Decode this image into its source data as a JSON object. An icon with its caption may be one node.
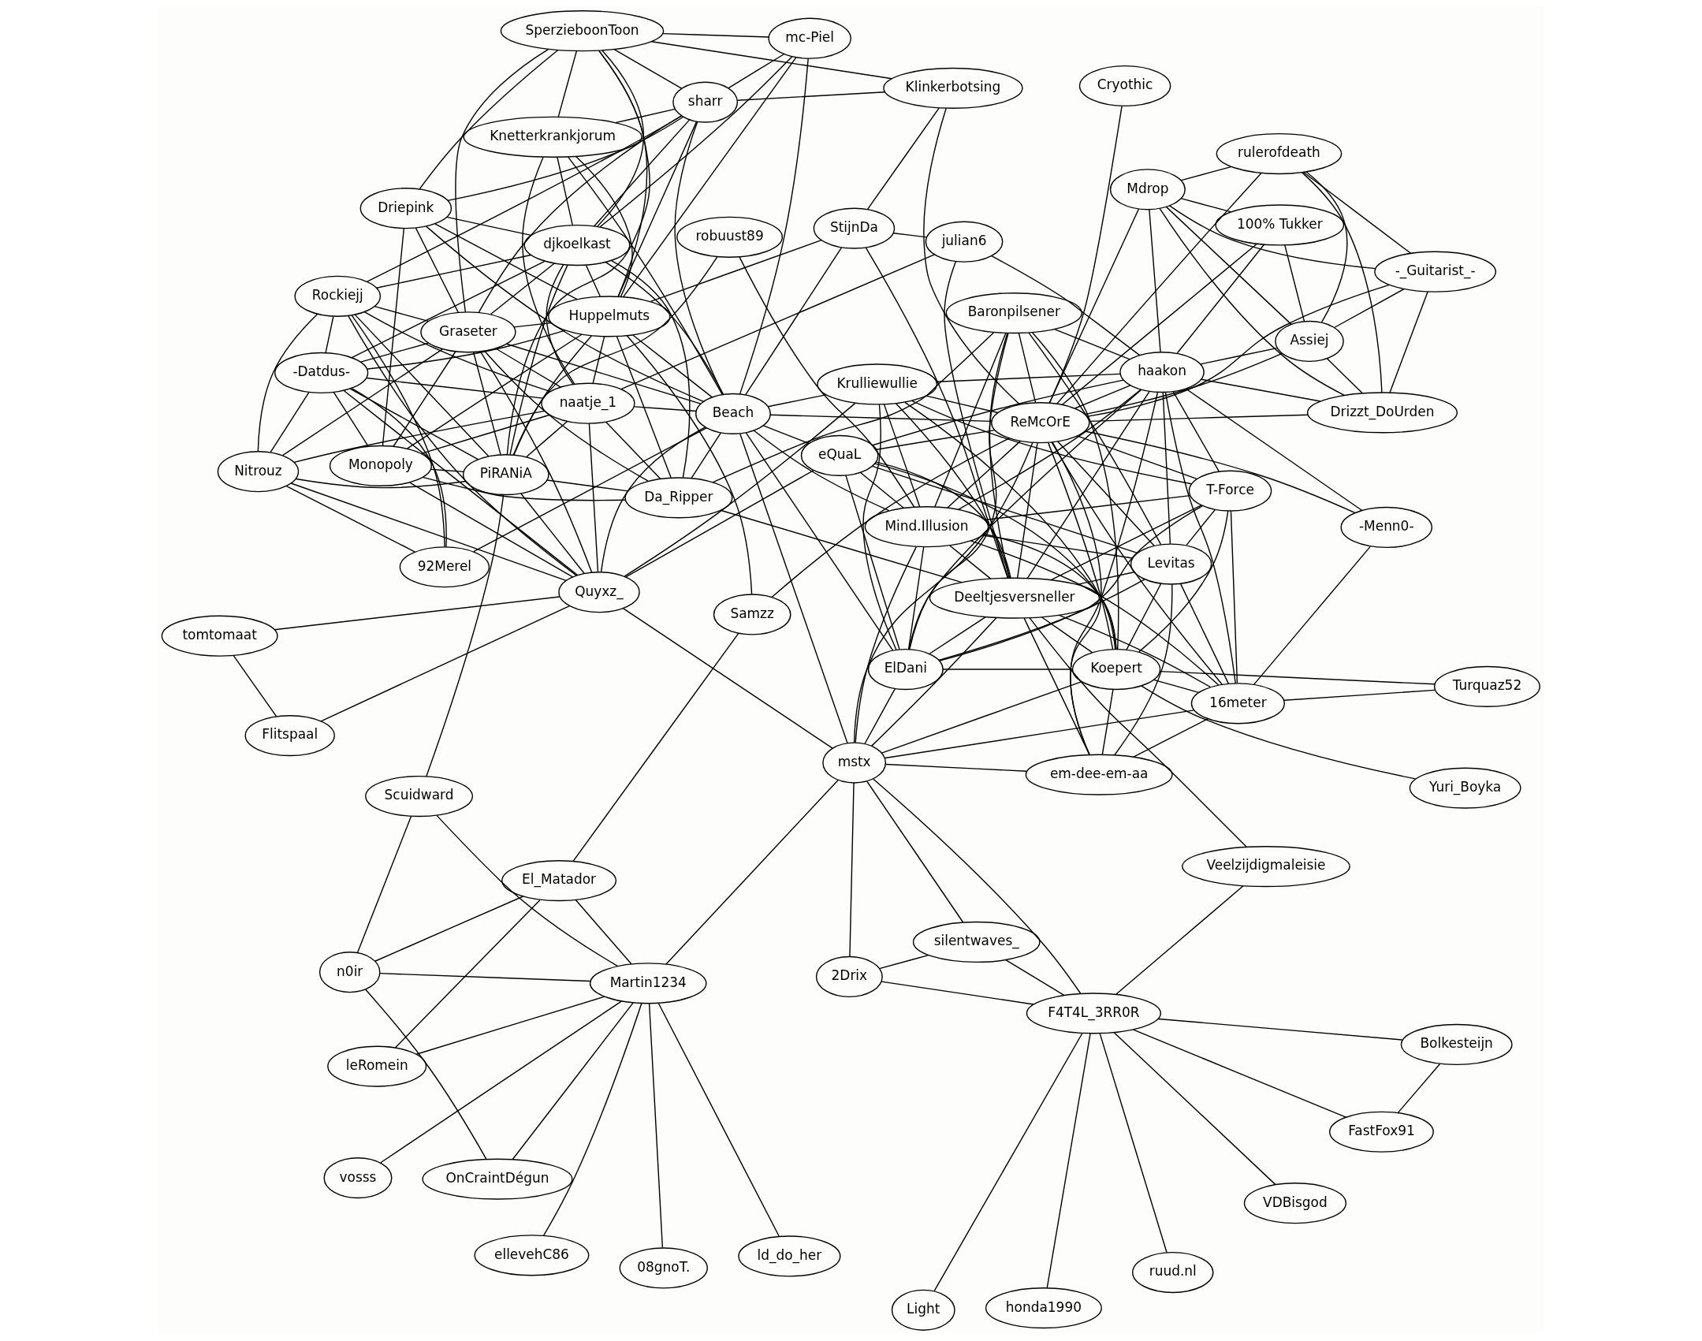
{
  "diagram": {
    "nodes": [
      {
        "text": [
          "vosss"
        ]
      },
      {
        "text": [
          "ld_do_her"
        ]
      },
      {
        "text": [
          "08gnoT."
        ]
      },
      {
        "text": [
          "Bolkesteijn"
        ]
      },
      {
        "text": [
          "FastFox91"
        ]
      },
      {
        "text": [
          "Light"
        ]
      },
      {
        "text": [
          "ellevehC86"
        ]
      },
      {
        "text": [
          "VDBisgod"
        ]
      },
      {
        "text": [
          "n0ir"
        ]
      },
      {
        "text": [
          "OnCraintDégun"
        ]
      },
      {
        "text": [
          "Flitspaal"
        ]
      },
      {
        "text": [
          "leRomein"
        ]
      },
      {
        "text": [
          "silentwaves_"
        ]
      },
      {
        "text": [
          "F4T4L_3RR0R"
        ]
      },
      {
        "text": [
          "tomtomaat"
        ]
      },
      {
        "text": [
          "ruud.nl"
        ]
      },
      {
        "text": [
          "Martin1234"
        ]
      },
      {
        "text": [
          "El_Matador"
        ]
      },
      {
        "text": [
          "Scuidward"
        ]
      },
      {
        "text": [
          "mstx"
        ]
      },
      {
        "text": [
          "2Drix"
        ]
      },
      {
        "text": [
          "Monopoly"
        ]
      },
      {
        "text": [
          "Veelzijdigmaleisie"
        ]
      },
      {
        "text": [
          "robuust89"
        ]
      },
      {
        "text": [
          "Samzz"
        ]
      },
      {
        "text": [
          "honda1990"
        ]
      },
      {
        "text": [
          "Nitrouz"
        ]
      },
      {
        "text": [
          "Koepert"
        ]
      },
      {
        "text": [
          "PiRANiA"
        ]
      },
      {
        "text": [
          "16meter"
        ]
      },
      {
        "text": [
          "Quyxz_"
        ]
      },
      {
        "text": [
          "Mind.Illusion"
        ]
      },
      {
        "text": [
          "naatje_1"
        ]
      },
      {
        "text": [
          "Beach"
        ]
      },
      {
        "text": [
          "Turquaz52"
        ]
      },
      {
        "text": [
          "em-dee-em-aa"
        ]
      },
      {
        "text": [
          "Deeltjesversneller"
        ]
      },
      {
        "text": [
          "Graseter"
        ]
      },
      {
        "text": [
          "T-Force"
        ]
      },
      {
        "text": [
          "Yuri_Boyka"
        ]
      },
      {
        "text": [
          "-Datdus-"
        ]
      },
      {
        "text": [
          "Huppelmuts"
        ]
      },
      {
        "text": [
          "ElDani"
        ]
      },
      {
        "text": [
          "Krulliewullie"
        ]
      },
      {
        "text": [
          "-Menn0-"
        ]
      },
      {
        "text": [
          "Driepink"
        ]
      },
      {
        "text": [
          "ReMcOrE"
        ]
      },
      {
        "text": [
          "djkoelkast"
        ]
      },
      {
        "text": [
          "Levitas"
        ]
      },
      {
        "text": [
          "Da_Ripper"
        ]
      },
      {
        "text": [
          "eQuaL"
        ]
      },
      {
        "text": [
          "julian6"
        ]
      },
      {
        "text": [
          "Rockiejj"
        ]
      },
      {
        "text": [
          "Cryothic"
        ]
      },
      {
        "text": [
          "100% Tukker"
        ]
      },
      {
        "text": [
          "Knetterkrankjorum"
        ]
      },
      {
        "text": [
          "haakon"
        ]
      },
      {
        "text": [
          "SperzieboonToon"
        ]
      },
      {
        "text": [
          "StijnDa"
        ]
      },
      {
        "text": [
          "Mdrop"
        ]
      },
      {
        "text": [
          "Baronpilsener"
        ]
      },
      {
        "text": [
          "rulerofdeath"
        ]
      },
      {
        "text": [
          "92Merel"
        ]
      },
      {
        "text": [
          "mc-Piel"
        ]
      },
      {
        "text": [
          "sharr"
        ]
      },
      {
        "text": [
          "Klinkerbotsing"
        ]
      },
      {
        "text": [
          "-_Guitarist_-"
        ]
      },
      {
        "text": [
          "Assiej"
        ]
      },
      {
        "text": [
          "Drizzt_DoUrden"
        ]
      }
    ],
    "edges": [
      {
        "from": 0,
        "to": 16,
        "arrow": "none"
      },
      {
        "from": 1,
        "to": 16,
        "arrow": "none"
      },
      {
        "from": 2,
        "to": 16,
        "arrow": "none"
      },
      {
        "from": 6,
        "to": 16,
        "arrow": "none"
      },
      {
        "from": 3,
        "to": 4,
        "arrow": "none"
      },
      {
        "from": 3,
        "to": 13,
        "arrow": "none"
      },
      {
        "from": 4,
        "to": 13,
        "arrow": "none"
      },
      {
        "from": 5,
        "to": 13,
        "arrow": "none"
      },
      {
        "from": 7,
        "to": 13,
        "arrow": "none"
      },
      {
        "from": 8,
        "to": 9,
        "arrow": "none"
      },
      {
        "from": 8,
        "to": 16,
        "arrow": "none"
      },
      {
        "from": 8,
        "to": 17,
        "arrow": "none"
      },
      {
        "from": 8,
        "to": 18,
        "arrow": "none"
      },
      {
        "from": 9,
        "to": 16,
        "arrow": "none"
      },
      {
        "from": 11,
        "to": 16,
        "arrow": "none"
      },
      {
        "from": 11,
        "to": 17,
        "arrow": "none"
      },
      {
        "from": 10,
        "to": 14,
        "arrow": "none"
      },
      {
        "from": 10,
        "to": 30,
        "arrow": "none"
      },
      {
        "from": 14,
        "to": 30,
        "arrow": "none"
      },
      {
        "from": 12,
        "to": 13,
        "arrow": "none"
      },
      {
        "from": 12,
        "to": 19,
        "arrow": "none"
      },
      {
        "from": 12,
        "to": 20,
        "arrow": "none"
      },
      {
        "from": 13,
        "to": 15,
        "arrow": "none"
      },
      {
        "from": 13,
        "to": 19,
        "arrow": "none"
      },
      {
        "from": 13,
        "to": 20,
        "arrow": "none"
      },
      {
        "from": 13,
        "to": 22,
        "arrow": "none"
      },
      {
        "from": 13,
        "to": 25,
        "arrow": "none"
      },
      {
        "from": 16,
        "to": 17,
        "arrow": "none"
      },
      {
        "from": 16,
        "to": 18,
        "arrow": "none"
      },
      {
        "from": 16,
        "to": 19,
        "arrow": "none"
      },
      {
        "from": 17,
        "to": 24,
        "arrow": "none"
      },
      {
        "from": 19,
        "to": 20,
        "arrow": "none"
      },
      {
        "from": 18,
        "to": 28,
        "arrow": "none"
      },
      {
        "from": 22,
        "to": 36,
        "arrow": "none"
      },
      {
        "from": 19,
        "to": 30,
        "arrow": "none"
      },
      {
        "from": 19,
        "to": 33,
        "arrow": "none"
      },
      {
        "from": 19,
        "to": 35,
        "arrow": "none"
      },
      {
        "from": 19,
        "to": 31,
        "arrow": "none"
      },
      {
        "from": 19,
        "to": 27,
        "arrow": "none"
      },
      {
        "from": 19,
        "to": 29,
        "arrow": "none"
      },
      {
        "from": 19,
        "to": 46,
        "arrow": "none"
      },
      {
        "from": 19,
        "to": 36,
        "arrow": "none"
      },
      {
        "from": 19,
        "to": 42,
        "arrow": "none"
      },
      {
        "from": 21,
        "to": 40,
        "arrow": "none"
      },
      {
        "from": 21,
        "to": 32,
        "arrow": "none"
      },
      {
        "from": 21,
        "to": 45,
        "arrow": "none"
      },
      {
        "from": 21,
        "to": 37,
        "arrow": "none"
      },
      {
        "from": 21,
        "to": 41,
        "arrow": "none"
      },
      {
        "from": 21,
        "to": 28,
        "arrow": "none"
      },
      {
        "from": 21,
        "to": 30,
        "arrow": "none"
      },
      {
        "from": 21,
        "to": 49,
        "arrow": "none"
      },
      {
        "from": 23,
        "to": 28,
        "arrow": "none"
      },
      {
        "from": 23,
        "to": 31,
        "arrow": "none"
      },
      {
        "from": 24,
        "to": 41,
        "arrow": "none"
      },
      {
        "from": 24,
        "to": 46,
        "arrow": "none"
      },
      {
        "from": 26,
        "to": 28,
        "arrow": "none"
      },
      {
        "from": 26,
        "to": 30,
        "arrow": "none"
      },
      {
        "from": 26,
        "to": 32,
        "arrow": "none"
      },
      {
        "from": 26,
        "to": 37,
        "arrow": "none"
      },
      {
        "from": 26,
        "to": 40,
        "arrow": "none"
      },
      {
        "from": 26,
        "to": 52,
        "arrow": "none"
      },
      {
        "from": 26,
        "to": 62,
        "arrow": "none"
      },
      {
        "from": 28,
        "to": 30,
        "arrow": "none"
      },
      {
        "from": 28,
        "to": 32,
        "arrow": "none"
      },
      {
        "from": 28,
        "to": 40,
        "arrow": "none"
      },
      {
        "from": 28,
        "to": 37,
        "arrow": "none"
      },
      {
        "from": 28,
        "to": 41,
        "arrow": "none"
      },
      {
        "from": 28,
        "to": 47,
        "arrow": "none"
      },
      {
        "from": 28,
        "to": 57,
        "arrow": "none"
      },
      {
        "from": 28,
        "to": 49,
        "arrow": "none"
      },
      {
        "from": 28,
        "to": 52,
        "arrow": "none"
      },
      {
        "from": 30,
        "to": 32,
        "arrow": "none"
      },
      {
        "from": 30,
        "to": 40,
        "arrow": "none"
      },
      {
        "from": 30,
        "to": 33,
        "arrow": "none"
      },
      {
        "from": 30,
        "to": 37,
        "arrow": "none"
      },
      {
        "from": 30,
        "to": 43,
        "arrow": "none"
      },
      {
        "from": 30,
        "to": 50,
        "arrow": "none"
      },
      {
        "from": 30,
        "to": 52,
        "arrow": "none"
      },
      {
        "from": 32,
        "to": 33,
        "arrow": "none"
      },
      {
        "from": 32,
        "to": 40,
        "arrow": "none"
      },
      {
        "from": 32,
        "to": 37,
        "arrow": "none"
      },
      {
        "from": 32,
        "to": 47,
        "arrow": "none"
      },
      {
        "from": 32,
        "to": 41,
        "arrow": "none"
      },
      {
        "from": 32,
        "to": 49,
        "arrow": "none"
      },
      {
        "from": 32,
        "to": 55,
        "arrow": "none"
      },
      {
        "from": 32,
        "to": 52,
        "arrow": "none"
      },
      {
        "from": 32,
        "to": 51,
        "arrow": "none"
      },
      {
        "from": 33,
        "to": 31,
        "arrow": "none"
      },
      {
        "from": 33,
        "to": 37,
        "arrow": "none"
      },
      {
        "from": 33,
        "to": 41,
        "arrow": "none"
      },
      {
        "from": 33,
        "to": 45,
        "arrow": "none"
      },
      {
        "from": 33,
        "to": 47,
        "arrow": "none"
      },
      {
        "from": 33,
        "to": 43,
        "arrow": "none"
      },
      {
        "from": 33,
        "to": 49,
        "arrow": "none"
      },
      {
        "from": 33,
        "to": 63,
        "arrow": "none"
      },
      {
        "from": 33,
        "to": 64,
        "arrow": "none"
      },
      {
        "from": 33,
        "to": 58,
        "arrow": "none"
      },
      {
        "from": 33,
        "to": 42,
        "arrow": "none"
      },
      {
        "from": 33,
        "to": 50,
        "arrow": "none"
      },
      {
        "from": 33,
        "to": 55,
        "arrow": "none"
      },
      {
        "from": 33,
        "to": 62,
        "arrow": "none"
      },
      {
        "from": 33,
        "to": 46,
        "arrow": "none"
      },
      {
        "from": 27,
        "to": 31,
        "arrow": "none"
      },
      {
        "from": 27,
        "to": 29,
        "arrow": "none"
      },
      {
        "from": 27,
        "to": 34,
        "arrow": "none"
      },
      {
        "from": 27,
        "to": 39,
        "arrow": "none"
      },
      {
        "from": 27,
        "to": 35,
        "arrow": "none"
      },
      {
        "from": 27,
        "to": 36,
        "arrow": "none"
      },
      {
        "from": 27,
        "to": 42,
        "arrow": "none"
      },
      {
        "from": 27,
        "to": 43,
        "arrow": "none"
      },
      {
        "from": 27,
        "to": 38,
        "arrow": "none"
      },
      {
        "from": 27,
        "to": 48,
        "arrow": "none"
      },
      {
        "from": 27,
        "to": 46,
        "arrow": "none"
      },
      {
        "from": 27,
        "to": 50,
        "arrow": "none"
      },
      {
        "from": 27,
        "to": 60,
        "arrow": "none"
      },
      {
        "from": 29,
        "to": 31,
        "arrow": "none"
      },
      {
        "from": 29,
        "to": 35,
        "arrow": "none"
      },
      {
        "from": 29,
        "to": 34,
        "arrow": "none"
      },
      {
        "from": 29,
        "to": 36,
        "arrow": "none"
      },
      {
        "from": 29,
        "to": 38,
        "arrow": "none"
      },
      {
        "from": 29,
        "to": 48,
        "arrow": "none"
      },
      {
        "from": 29,
        "to": 46,
        "arrow": "none"
      },
      {
        "from": 29,
        "to": 44,
        "arrow": "none"
      },
      {
        "from": 29,
        "to": 56,
        "arrow": "none"
      },
      {
        "from": 31,
        "to": 36,
        "arrow": "none"
      },
      {
        "from": 31,
        "to": 42,
        "arrow": "none"
      },
      {
        "from": 31,
        "to": 43,
        "arrow": "none"
      },
      {
        "from": 31,
        "to": 46,
        "arrow": "none"
      },
      {
        "from": 31,
        "to": 56,
        "arrow": "none"
      },
      {
        "from": 31,
        "to": 38,
        "arrow": "none"
      },
      {
        "from": 31,
        "to": 48,
        "arrow": "none"
      },
      {
        "from": 31,
        "to": 50,
        "arrow": "none"
      },
      {
        "from": 31,
        "to": 60,
        "arrow": "none"
      },
      {
        "from": 35,
        "to": 36,
        "arrow": "none"
      },
      {
        "from": 35,
        "to": 46,
        "arrow": "none"
      },
      {
        "from": 35,
        "to": 48,
        "arrow": "none"
      },
      {
        "from": 35,
        "to": 56,
        "arrow": "none"
      },
      {
        "from": 36,
        "to": 42,
        "arrow": "none"
      },
      {
        "from": 36,
        "to": 43,
        "arrow": "none"
      },
      {
        "from": 36,
        "to": 38,
        "arrow": "none"
      },
      {
        "from": 36,
        "to": 46,
        "arrow": "none"
      },
      {
        "from": 36,
        "to": 48,
        "arrow": "none"
      },
      {
        "from": 36,
        "to": 56,
        "arrow": "none"
      },
      {
        "from": 36,
        "to": 58,
        "arrow": "none"
      },
      {
        "from": 36,
        "to": 60,
        "arrow": "none"
      },
      {
        "from": 36,
        "to": 50,
        "arrow": "none"
      },
      {
        "from": 36,
        "to": 49,
        "arrow": "none"
      },
      {
        "from": 37,
        "to": 40,
        "arrow": "none"
      },
      {
        "from": 37,
        "to": 41,
        "arrow": "none"
      },
      {
        "from": 37,
        "to": 45,
        "arrow": "none"
      },
      {
        "from": 37,
        "to": 47,
        "arrow": "none"
      },
      {
        "from": 37,
        "to": 49,
        "arrow": "none"
      },
      {
        "from": 37,
        "to": 57,
        "arrow": "none"
      },
      {
        "from": 37,
        "to": 64,
        "arrow": "none"
      },
      {
        "from": 37,
        "to": 52,
        "arrow": "none"
      },
      {
        "from": 38,
        "to": 42,
        "arrow": "none"
      },
      {
        "from": 38,
        "to": 43,
        "arrow": "none"
      },
      {
        "from": 38,
        "to": 46,
        "arrow": "none"
      },
      {
        "from": 38,
        "to": 48,
        "arrow": "none"
      },
      {
        "from": 38,
        "to": 56,
        "arrow": "none"
      },
      {
        "from": 40,
        "to": 41,
        "arrow": "none"
      },
      {
        "from": 40,
        "to": 47,
        "arrow": "none"
      },
      {
        "from": 40,
        "to": 52,
        "arrow": "none"
      },
      {
        "from": 40,
        "to": 62,
        "arrow": "none"
      },
      {
        "from": 41,
        "to": 45,
        "arrow": "none"
      },
      {
        "from": 41,
        "to": 47,
        "arrow": "none"
      },
      {
        "from": 41,
        "to": 49,
        "arrow": "none"
      },
      {
        "from": 41,
        "to": 57,
        "arrow": "none"
      },
      {
        "from": 41,
        "to": 58,
        "arrow": "none"
      },
      {
        "from": 41,
        "to": 63,
        "arrow": "none"
      },
      {
        "from": 41,
        "to": 64,
        "arrow": "none"
      },
      {
        "from": 41,
        "to": 55,
        "arrow": "none"
      },
      {
        "from": 42,
        "to": 43,
        "arrow": "none"
      },
      {
        "from": 42,
        "to": 50,
        "arrow": "none"
      },
      {
        "from": 42,
        "to": 56,
        "arrow": "none"
      },
      {
        "from": 42,
        "to": 48,
        "arrow": "none"
      },
      {
        "from": 42,
        "to": 60,
        "arrow": "none"
      },
      {
        "from": 43,
        "to": 46,
        "arrow": "none"
      },
      {
        "from": 43,
        "to": 56,
        "arrow": "none"
      },
      {
        "from": 44,
        "to": 46,
        "arrow": "none"
      },
      {
        "from": 44,
        "to": 56,
        "arrow": "none"
      },
      {
        "from": 45,
        "to": 47,
        "arrow": "none"
      },
      {
        "from": 45,
        "to": 57,
        "arrow": "none"
      },
      {
        "from": 45,
        "to": 64,
        "arrow": "none"
      },
      {
        "from": 46,
        "to": 50,
        "arrow": "none"
      },
      {
        "from": 46,
        "to": 48,
        "arrow": "none"
      },
      {
        "from": 46,
        "to": 53,
        "arrow": "none"
      },
      {
        "from": 46,
        "to": 54,
        "arrow": "none"
      },
      {
        "from": 46,
        "to": 56,
        "arrow": "none"
      },
      {
        "from": 46,
        "to": 59,
        "arrow": "none"
      },
      {
        "from": 46,
        "to": 60,
        "arrow": "none"
      },
      {
        "from": 46,
        "to": 61,
        "arrow": "none"
      },
      {
        "from": 46,
        "to": 67,
        "arrow": "none"
      },
      {
        "from": 46,
        "to": 68,
        "arrow": "none"
      },
      {
        "from": 46,
        "to": 66,
        "arrow": "none"
      },
      {
        "from": 46,
        "to": 65,
        "arrow": "none"
      },
      {
        "from": 47,
        "to": 52,
        "arrow": "none"
      },
      {
        "from": 47,
        "to": 55,
        "arrow": "none"
      },
      {
        "from": 47,
        "to": 57,
        "arrow": "none"
      },
      {
        "from": 47,
        "to": 63,
        "arrow": "none"
      },
      {
        "from": 47,
        "to": 64,
        "arrow": "none"
      },
      {
        "from": 47,
        "to": 49,
        "arrow": "none"
      },
      {
        "from": 48,
        "to": 50,
        "arrow": "none"
      },
      {
        "from": 48,
        "to": 56,
        "arrow": "none"
      },
      {
        "from": 48,
        "to": 60,
        "arrow": "none"
      },
      {
        "from": 49,
        "to": 60,
        "arrow": "none"
      },
      {
        "from": 50,
        "to": 56,
        "arrow": "none"
      },
      {
        "from": 51,
        "to": 58,
        "arrow": "none"
      },
      {
        "from": 51,
        "to": 56,
        "arrow": "none"
      },
      {
        "from": 51,
        "to": 36,
        "arrow": "none"
      },
      {
        "from": 52,
        "to": 62,
        "arrow": "none"
      },
      {
        "from": 52,
        "to": 64,
        "arrow": "none"
      },
      {
        "from": 54,
        "to": 56,
        "arrow": "none"
      },
      {
        "from": 54,
        "to": 59,
        "arrow": "none"
      },
      {
        "from": 54,
        "to": 67,
        "arrow": "none"
      },
      {
        "from": 55,
        "to": 57,
        "arrow": "none"
      },
      {
        "from": 55,
        "to": 64,
        "arrow": "none"
      },
      {
        "from": 56,
        "to": 59,
        "arrow": "none"
      },
      {
        "from": 56,
        "to": 60,
        "arrow": "none"
      },
      {
        "from": 56,
        "to": 67,
        "arrow": "none"
      },
      {
        "from": 56,
        "to": 68,
        "arrow": "none"
      },
      {
        "from": 57,
        "to": 63,
        "arrow": "none"
      },
      {
        "from": 57,
        "to": 64,
        "arrow": "none"
      },
      {
        "from": 57,
        "to": 65,
        "arrow": "none"
      },
      {
        "from": 58,
        "to": 65,
        "arrow": "none"
      },
      {
        "from": 59,
        "to": 66,
        "arrow": "none"
      },
      {
        "from": 59,
        "to": 67,
        "arrow": "none"
      },
      {
        "from": 59,
        "to": 68,
        "arrow": "none"
      },
      {
        "from": 59,
        "to": 61,
        "arrow": "none"
      },
      {
        "from": 63,
        "to": 64,
        "arrow": "none"
      },
      {
        "from": 64,
        "to": 65,
        "arrow": "none"
      },
      {
        "from": 66,
        "to": 67,
        "arrow": "none"
      },
      {
        "from": 66,
        "to": 61,
        "arrow": "none"
      },
      {
        "from": 66,
        "to": 68,
        "arrow": "none"
      },
      {
        "from": 67,
        "to": 68,
        "arrow": "none"
      },
      {
        "from": 67,
        "to": 61,
        "arrow": "none"
      },
      {
        "from": 68,
        "to": 61,
        "arrow": "none"
      }
    ]
  }
}
